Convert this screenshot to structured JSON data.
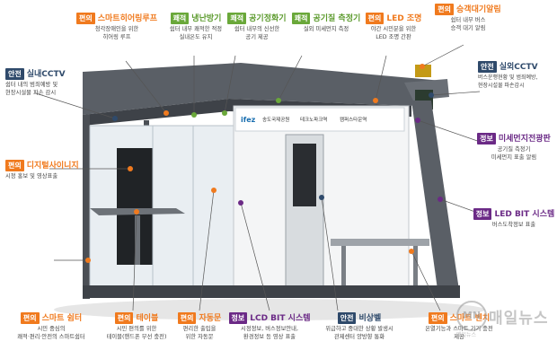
{
  "callouts": {
    "smart_hearing_loop": {
      "tag": "편의",
      "title": "스마트히어링루프",
      "desc": [
        "청각장애인을 위한",
        "히어링 루프"
      ]
    },
    "heating_cooling": {
      "tag": "쾌적",
      "title": "냉난방기",
      "desc": [
        "쉼터 내부 쾌적한 적정",
        "실내온도 유지"
      ]
    },
    "air_purifier": {
      "tag": "쾌적",
      "title": "공기정화기",
      "desc": [
        "쉼터 내부의 신선한",
        "공기 제공"
      ]
    },
    "air_quality_meter": {
      "tag": "쾌적",
      "title": "공기질 측정기",
      "desc": [
        "실외 미세먼지 측정"
      ]
    },
    "led_light": {
      "tag": "편의",
      "title": "LED 조명",
      "desc": [
        "야간 시민분을 위한",
        "LED 조명 간판"
      ]
    },
    "boarding_alarm": {
      "tag": "편의",
      "title": "승객대기알림",
      "desc": [
        "쉼터 내부 버스",
        "승객 대기 알림"
      ]
    },
    "indoor_cctv": {
      "tag": "안전",
      "title": "실내CCTV",
      "desc": [
        "쉼터 내의 범죄예방 및",
        "현장시설물 파손 감시"
      ]
    },
    "outdoor_cctv": {
      "tag": "안전",
      "title": "실외CCTV",
      "desc": [
        "버스운행현황 및 범죄예방,",
        "현장시설물 파손감시"
      ]
    },
    "digital_signage": {
      "tag": "편의",
      "title": "디지털사이니지",
      "desc": [
        "시정 홍보 및 영상표출"
      ]
    },
    "dust_board": {
      "tag": "정보",
      "title": "미세먼지전광판",
      "desc": [
        "공기질 측정기",
        "미세먼지 표출 알림"
      ]
    },
    "led_bit_right": {
      "tag": "정보",
      "title": "LED BIT 시스템",
      "desc": [
        "버스도착정보 표출"
      ]
    },
    "smart_shelter": {
      "tag": "편의",
      "title": "스마트 쉼터",
      "desc": [
        "시민 중심의",
        "쾌적·편리·안전의 스마트쉼터"
      ]
    },
    "table": {
      "tag": "편의",
      "title": "테이블",
      "desc": [
        "시민 편의를 위한",
        "테이블(핸드폰 무선 충전)"
      ]
    },
    "auto_door": {
      "tag": "편의",
      "title": "자동문",
      "desc": [
        "편리한 출입을",
        "위한 자동문"
      ]
    },
    "lcd_bit": {
      "tag": "정보",
      "title": "LCD BIT 시스템",
      "desc": [
        "시정정보, 버스정보안내,",
        "환경정보 등 영상 표출"
      ]
    },
    "emergency_bell": {
      "tag": "안전",
      "title": "비상벨",
      "desc": [
        "위급하고 중대한 상황 발생시",
        "관제센터 양방향 통화"
      ]
    },
    "smart_bench": {
      "tag": "편의",
      "title": "스마트 벤치",
      "desc": [
        "온열기능과 스마트 기기 충전",
        "제공"
      ]
    }
  },
  "signboard": {
    "logo": "ifez",
    "stops": [
      "송도국제공원",
      "테크노파크역",
      "캠퍼스타운역"
    ]
  },
  "watermark": {
    "logo": "MN",
    "name": "매일뉴스",
    "sub": "매일뉴스"
  },
  "colors": {
    "orange": "#f07a1e",
    "green": "#6aa83a",
    "navy": "#2f4a6b",
    "purple": "#6b2a86",
    "frame": "#5a5f66"
  }
}
